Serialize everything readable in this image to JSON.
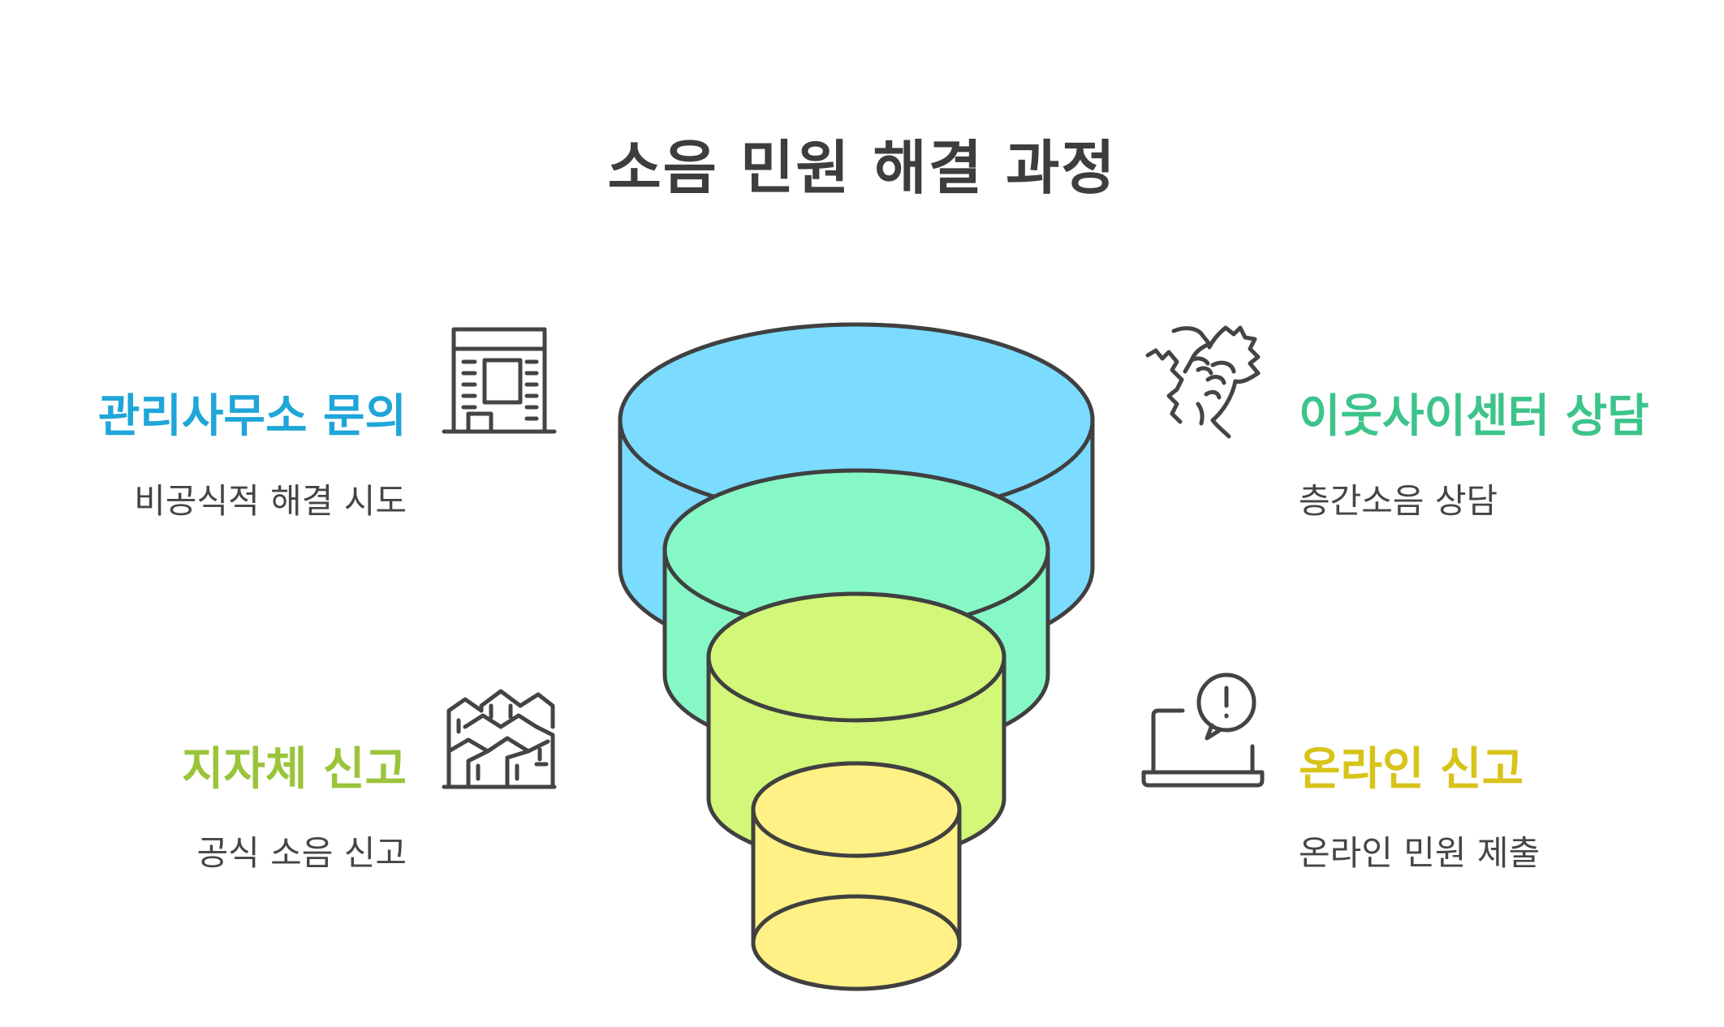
{
  "title": "소음 민원 해결 과정",
  "stages": [
    {
      "heading": "관리사무소 문의",
      "description": "비공식적 해결 시도",
      "color": "#1fa6d8",
      "layer_color": "#7bdcff",
      "icon": "office-building-icon"
    },
    {
      "heading": "이웃사이센터 상담",
      "description": "층간소음 상담",
      "color": "#3cc48a",
      "layer_color": "#86f8c6",
      "icon": "fist-bump-icon"
    },
    {
      "heading": "지자체 신고",
      "description": "공식 소음 신고",
      "color": "#9ac43a",
      "layer_color": "#d2f779",
      "icon": "city-buildings-icon"
    },
    {
      "heading": "온라인 신고",
      "description": "온라인 민원 제출",
      "color": "#d8c31a",
      "layer_color": "#fff185",
      "icon": "laptop-alert-icon"
    }
  ]
}
